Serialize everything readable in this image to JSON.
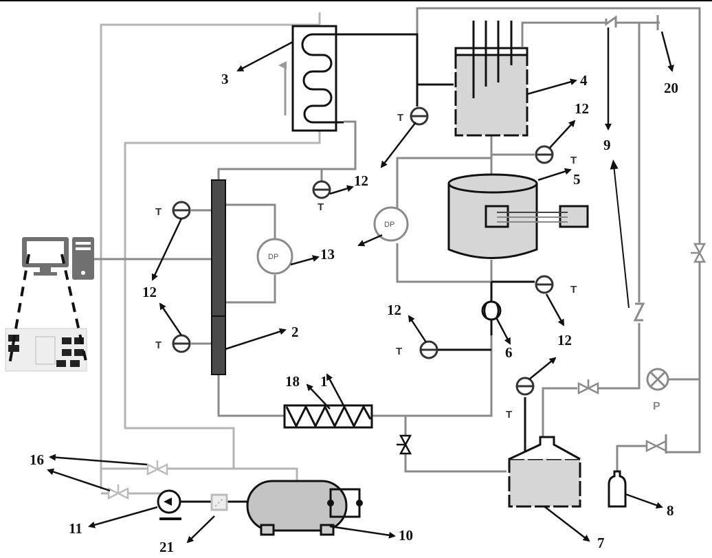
{
  "diagram": {
    "type": "process-flow-schematic",
    "component_labels": {
      "screw_feeder": "1",
      "column": "2",
      "condenser": "3",
      "top_vessel": "4",
      "heated_vessel": "5",
      "flow_meter": "6",
      "collection_tank": "7",
      "gas_cylinder": "8",
      "check_valve": "9",
      "compressor_tank": "10",
      "pump": "11",
      "temperature_sensor": "12",
      "differential_pressure_sensor": "13",
      "valves": "16",
      "spiral_element": "18",
      "vent": "20",
      "filter": "21"
    },
    "sensor_tags": {
      "temperature": "T",
      "differential_pressure": "DP",
      "pressure": "P"
    },
    "colors": {
      "black_line": "#111111",
      "grey_line": "#8a8a8a",
      "light_line": "#b4b4b4",
      "vessel_fill": "#d6d6d6",
      "column_fill": "#4a4a4a",
      "computer": "#707070"
    }
  }
}
